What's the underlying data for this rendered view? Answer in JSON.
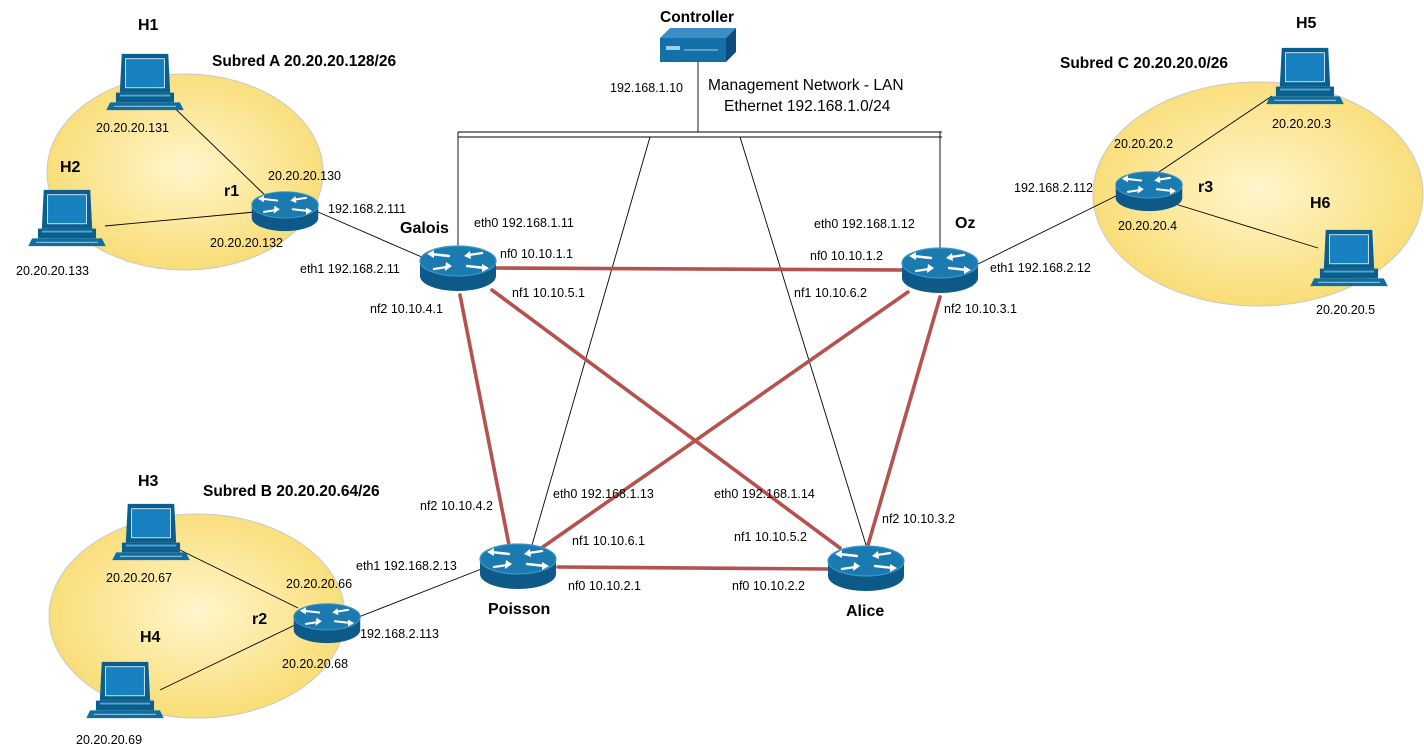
{
  "colors": {
    "router_top": "#1b7ab0",
    "router_side": "#0d5a88",
    "router_edge": "#3f97c8",
    "host_dark": "#0b5f8f",
    "host_screen": "#1781c0",
    "subnet_fill_center": "#fff6cc",
    "subnet_fill_edge": "#f8d96a",
    "subnet_stroke": "#c8c8c8",
    "data_link": "#b5514f",
    "mgmt_link": "#000000"
  },
  "controller": {
    "name": "Controller",
    "icon": "server-icon",
    "ip": "192.168.1.10"
  },
  "management": {
    "line1": "Management Network - LAN",
    "line2": "Ethernet  192.168.1.0/24"
  },
  "routers": {
    "galois": {
      "name": "Galois",
      "eth0": "eth0 192.168.1.11",
      "eth1": "eth1 192.168.2.11",
      "nf0": "nf0 10.10.1.1",
      "nf1": "nf1 10.10.5.1",
      "nf2": "nf2 10.10.4.1"
    },
    "oz": {
      "name": "Oz",
      "eth0": "eth0 192.168.1.12",
      "eth1": "eth1 192.168.2.12",
      "nf0": "nf0 10.10.1.2",
      "nf1": "nf1 10.10.6.2",
      "nf2": "nf2 10.10.3.1"
    },
    "poisson": {
      "name": "Poisson",
      "eth0": "eth0 192.168.1.13",
      "eth1": "eth1 192.168.2.13",
      "nf0": "nf0 10.10.2.1",
      "nf1": "nf1 10.10.6.1",
      "nf2": "nf2 10.10.4.2"
    },
    "alice": {
      "name": "Alice",
      "eth0": "eth0 192.168.1.14",
      "nf0": "nf0 10.10.2.2",
      "nf1": "nf1 10.10.5.2",
      "nf2": "nf2 10.10.3.2"
    }
  },
  "subnets": {
    "a": {
      "title": "Subred A 20.20.20.128/26",
      "router": {
        "name": "r1",
        "uplink_ip": "192.168.2.111",
        "ip_top": "20.20.20.130",
        "ip_bottom": "20.20.20.132"
      },
      "hosts": [
        {
          "name": "H1",
          "ip": "20.20.20.131"
        },
        {
          "name": "H2",
          "ip": "20.20.20.133"
        }
      ]
    },
    "b": {
      "title": "Subred B 20.20.20.64/26",
      "router": {
        "name": "r2",
        "uplink_ip": "192.168.2.113",
        "ip_top": "20.20.20.66",
        "ip_bottom": "20.20.20.68"
      },
      "hosts": [
        {
          "name": "H3",
          "ip": "20.20.20.67"
        },
        {
          "name": "H4",
          "ip": "20.20.20.69"
        }
      ]
    },
    "c": {
      "title": "Subred C 20.20.20.0/26",
      "router": {
        "name": "r3",
        "uplink_ip": "192.168.2.112",
        "ip_top": "20.20.20.2",
        "ip_bottom": "20.20.20.4"
      },
      "hosts": [
        {
          "name": "H5",
          "ip": "20.20.20.3"
        },
        {
          "name": "H6",
          "ip": "20.20.20.5"
        }
      ]
    }
  }
}
